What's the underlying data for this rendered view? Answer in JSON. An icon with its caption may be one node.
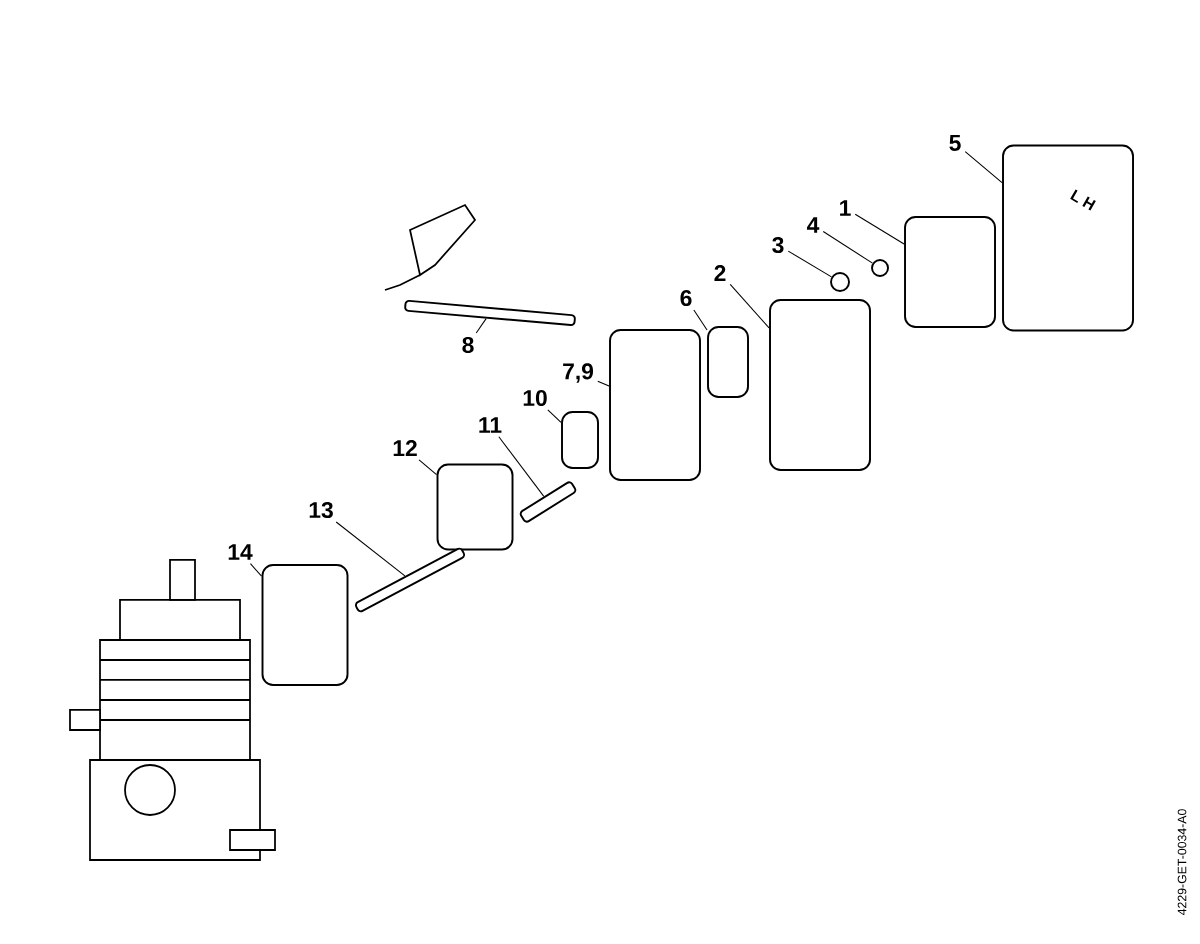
{
  "diagram": {
    "nodes": [
      {
        "text": [
          "5"
        ]
      },
      {
        "text": [
          "1"
        ]
      },
      {
        "text": [
          "4"
        ]
      },
      {
        "text": [
          "3"
        ]
      },
      {
        "text": [
          "2"
        ]
      },
      {
        "text": [
          "6"
        ]
      },
      {
        "text": [
          "8"
        ]
      },
      {
        "text": [
          "7,9"
        ]
      },
      {
        "text": [
          "10"
        ]
      },
      {
        "text": [
          "11"
        ]
      },
      {
        "text": [
          "12"
        ]
      },
      {
        "text": [
          "13"
        ]
      },
      {
        "text": [
          "14"
        ]
      },
      {
        "text": [],
        "shape": "box"
      },
      {
        "text": [],
        "shape": "box"
      },
      {
        "text": [],
        "shape": "circle"
      },
      {
        "text": [],
        "shape": "circle"
      },
      {
        "text": [],
        "shape": "box"
      },
      {
        "text": [],
        "shape": "box"
      },
      {
        "text": [],
        "shape": "bar"
      },
      {
        "text": [],
        "shape": "box"
      },
      {
        "text": [],
        "shape": "box"
      },
      {
        "text": [],
        "shape": "bar"
      },
      {
        "text": [],
        "shape": "box"
      },
      {
        "text": [],
        "shape": "bar"
      },
      {
        "text": [],
        "shape": "box"
      }
    ],
    "edges": [
      {
        "from": 0,
        "to": 13,
        "arrow": "none"
      },
      {
        "from": 1,
        "to": 14,
        "arrow": "none"
      },
      {
        "from": 2,
        "to": 15,
        "arrow": "none"
      },
      {
        "from": 3,
        "to": 16,
        "arrow": "none"
      },
      {
        "from": 4,
        "to": 17,
        "arrow": "none"
      },
      {
        "from": 5,
        "to": 18,
        "arrow": "none"
      },
      {
        "from": 6,
        "to": 19,
        "arrow": "none"
      },
      {
        "from": 7,
        "to": 20,
        "arrow": "none"
      },
      {
        "from": 8,
        "to": 21,
        "arrow": "none"
      },
      {
        "from": 9,
        "to": 22,
        "arrow": "none"
      },
      {
        "from": 10,
        "to": 23,
        "arrow": "none"
      },
      {
        "from": 11,
        "to": 24,
        "arrow": "none"
      },
      {
        "from": 12,
        "to": 25,
        "arrow": "none"
      }
    ],
    "labels": [
      "L H",
      "4229-GET-0034-A0"
    ]
  }
}
